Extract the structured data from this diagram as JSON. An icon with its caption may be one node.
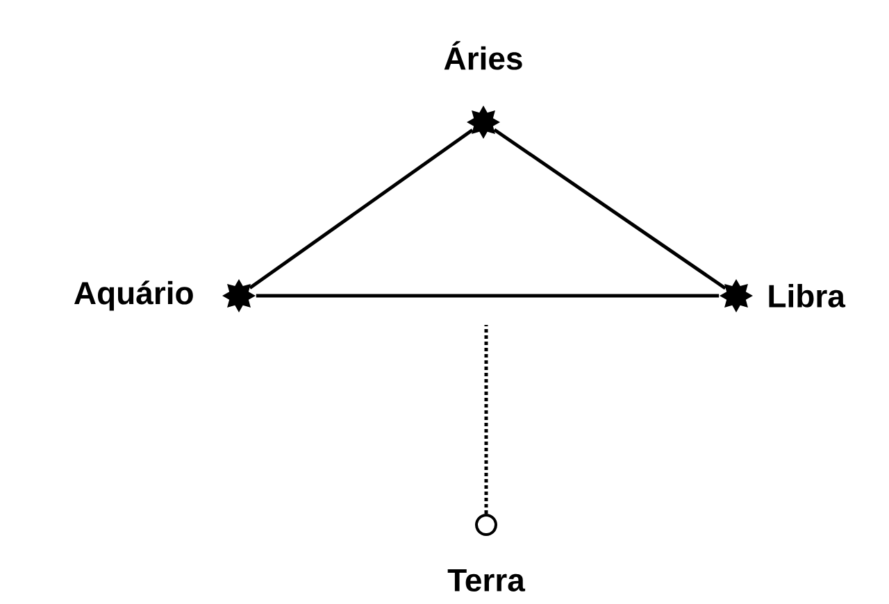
{
  "diagram": {
    "nodes": [
      {
        "text": [
          "Áries"
        ]
      },
      {
        "text": [
          "Aquário"
        ]
      },
      {
        "text": [
          "Libra"
        ]
      },
      {
        "text": [
          "Terra"
        ]
      }
    ],
    "edges": [
      {
        "from": 0,
        "to": 1,
        "arrow": "none"
      },
      {
        "from": 0,
        "to": 2,
        "arrow": "none"
      },
      {
        "from": 1,
        "to": 2,
        "arrow": "none"
      },
      {
        "from": 3,
        "to": null,
        "arrow": "none",
        "style": "dashed"
      }
    ]
  }
}
